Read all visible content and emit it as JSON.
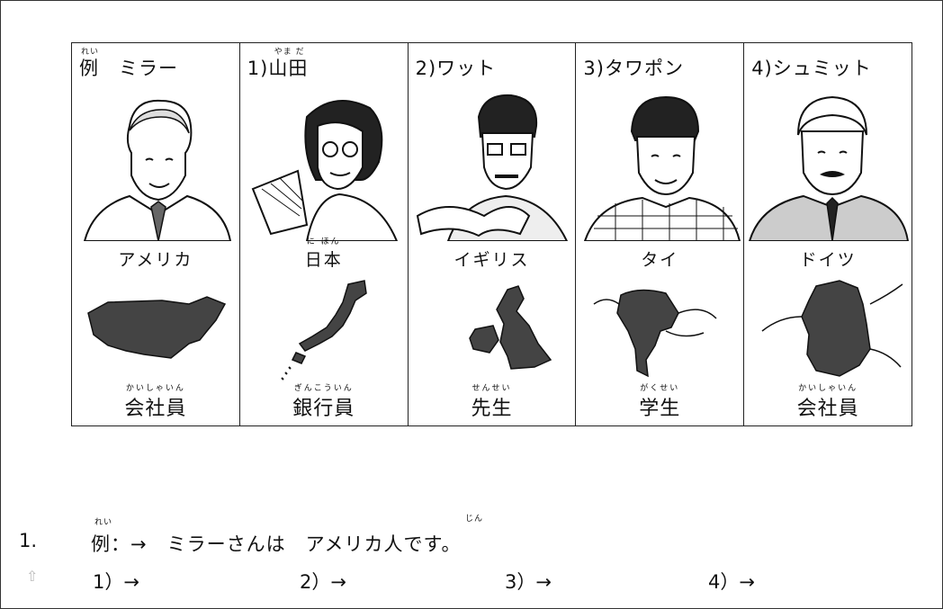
{
  "columns": [
    {
      "label": "例　ミラー",
      "ruby": "れい",
      "country": "アメリカ",
      "country_ruby": "",
      "job": "会社員",
      "job_ruby": "かいしゃいん"
    },
    {
      "label": "1)山田",
      "ruby": "やま だ",
      "country": "日本",
      "country_ruby": "に ほん",
      "job": "銀行員",
      "job_ruby": "ぎんこういん"
    },
    {
      "label": "2)ワット",
      "ruby": "",
      "country": "イギリス",
      "country_ruby": "",
      "job": "先生",
      "job_ruby": "せんせい"
    },
    {
      "label": "3)タワポン",
      "ruby": "",
      "country": "タイ",
      "country_ruby": "",
      "job": "学生",
      "job_ruby": "がくせい"
    },
    {
      "label": "4)シュミット",
      "ruby": "",
      "country": "ドイツ",
      "country_ruby": "",
      "job": "会社員",
      "job_ruby": "かいしゃいん"
    }
  ],
  "exercise": {
    "number": "1.",
    "example_ruby": "れい",
    "example": "例：→　ミラーさんは　アメリカ人です。",
    "jin_ruby": "じん",
    "items": [
      "1）→",
      "2）→",
      "3）→",
      "4）→"
    ],
    "icon": "up-arrow-icon"
  }
}
